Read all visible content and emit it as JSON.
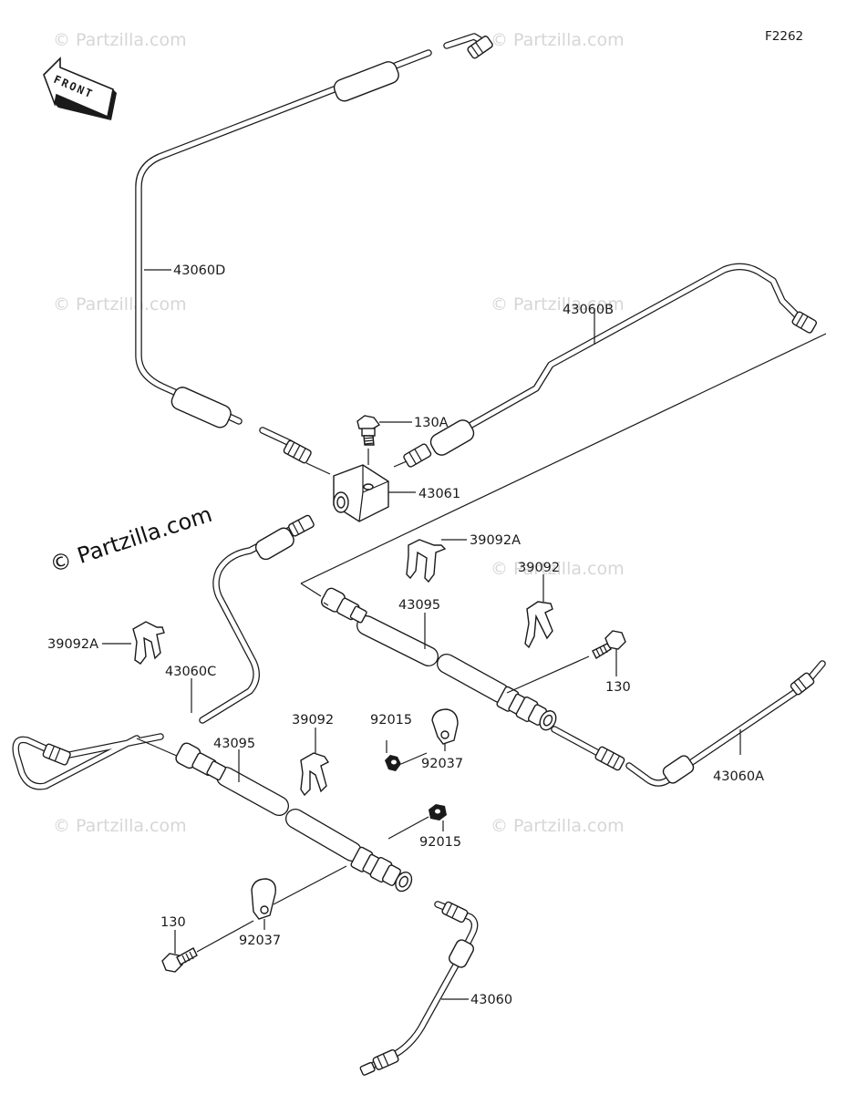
{
  "figure_id": "F2262",
  "watermarks": {
    "text": "© Partzilla.com",
    "emphasized": "© Partzilla.com"
  },
  "front_arrow_label": "FRONT",
  "part_labels": {
    "p43060D": "43060D",
    "p43060B": "43060B",
    "p130A": "130A",
    "p43061": "43061",
    "p39092A_upper": "39092A",
    "p39092_upper": "39092",
    "p43095_upper": "43095",
    "p130_upper": "130",
    "p39092A_left": "39092A",
    "p43060C": "43060C",
    "p39092_lower": "39092",
    "p92015_upper": "92015",
    "p43095_lower": "43095",
    "p92037_upper": "92037",
    "p43060A": "43060A",
    "p92015_lower": "92015",
    "p130_lower": "130",
    "p92037_lower": "92037",
    "p43060": "43060"
  }
}
